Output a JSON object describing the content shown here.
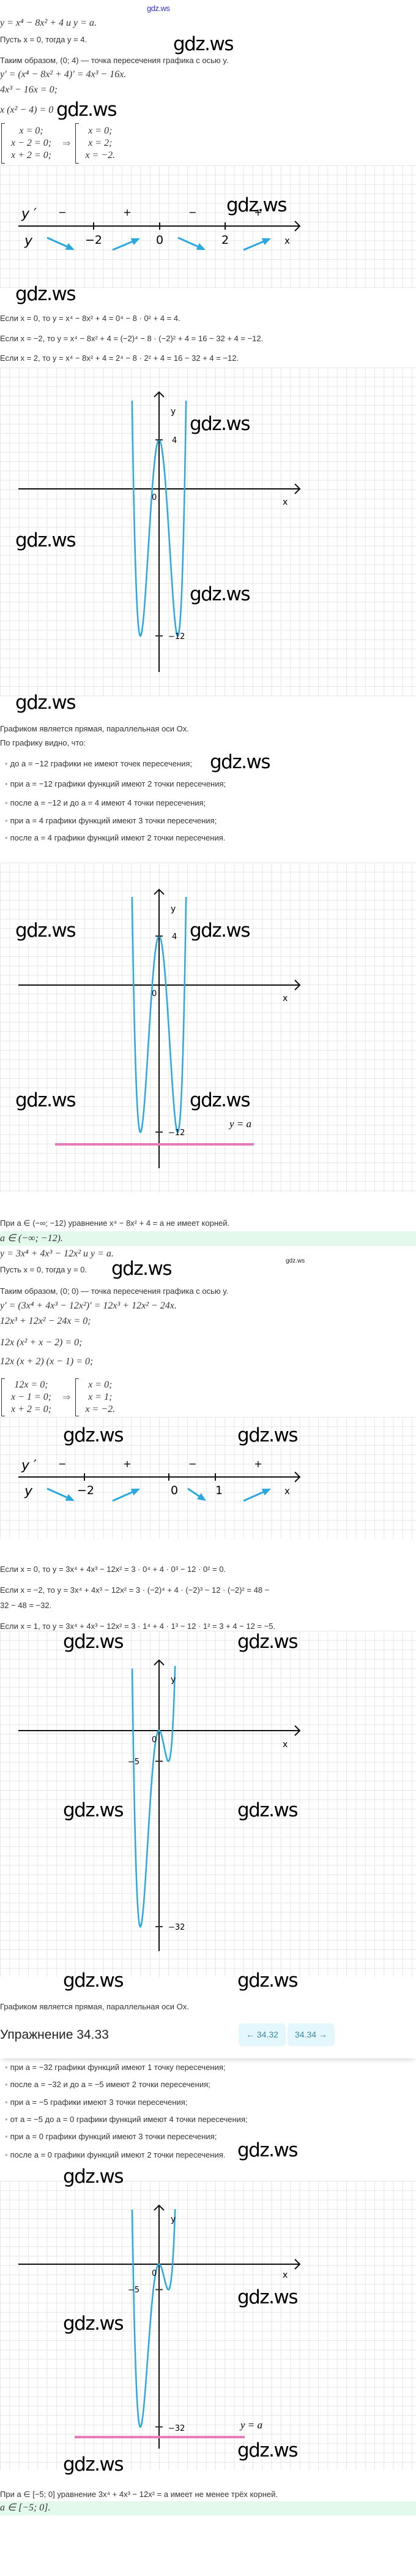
{
  "header": {
    "site_link": "gdz.ws"
  },
  "watermark": "gdz.ws",
  "part1": {
    "l1": "y = x⁴ − 8x² + 4 и y = a.",
    "l2": "Пусть x = 0, тогда y = 4.",
    "l3": "Таким образом, (0; 4) — точка пересечения графика с осью y.",
    "l4": "y′ = (x⁴ − 8x² + 4)′ = 4x³ − 16x.",
    "l5": "4x³ − 16x = 0;",
    "l6": "x (x² − 4) = 0",
    "sys_left": [
      "x = 0;",
      "x − 2 = 0;",
      "x + 2 = 0;"
    ],
    "implies": "⇒",
    "sys_right": [
      "x = 0;",
      "x = 2;",
      "x = −2."
    ],
    "numline": {
      "yprime": "y ′",
      "y": "y",
      "signs": [
        "−",
        "+",
        "−",
        "+"
      ],
      "ticks": [
        "−2",
        "0",
        "2"
      ],
      "xlabel": "x"
    },
    "calc": [
      "Если x = 0, то y = x⁴ − 8x² + 4 = 0⁴ − 8 · 0² + 4 = 4.",
      "Если x = −2, то y = x⁴ − 8x² + 4 = (−2)⁴ − 8 · (−2)² + 4 = 16 − 32 + 4 = −12.",
      "Если x = 2, то y = x⁴ − 8x² + 4 = 2⁴ − 8 · 2² + 4 = 16 − 32 + 4 = −12."
    ],
    "graph_note": "Графиком является прямая, параллельная оси Ox.",
    "intro": "По графику видно, что:",
    "bullets": [
      "до a = −12 графики не имеют точек пересечения;",
      "при a = −12 графики функций имеют 2 точки пересечения;",
      "после a = −12 и до a = 4 имеют 4 точки пересечения;",
      "при a = 4 графики функций имеют 3 точки пересечения;",
      "после a = 4 графики функций имеют 2 точки пересечения."
    ],
    "conclusion": "При a ∈ (−∞; −12) уравнение x⁴ − 8x² + 4 = a не имеет корней.",
    "answer": "a ∈ (−∞; −12)."
  },
  "part2": {
    "l1": "y = 3x⁴ + 4x³ − 12x² и y = a.",
    "l2": "Пусть x = 0, тогда y = 0.",
    "l3": "Таким образом, (0; 0) — точка пересечения графика с осью y.",
    "l4": "y′ = (3x⁴ + 4x³ − 12x²)′ = 12x³ + 12x² − 24x.",
    "l5": "12x³ + 12x² − 24x = 0;",
    "l6": "12x (x² + x − 2) = 0;",
    "l7": "12x (x + 2) (x − 1) = 0;",
    "sys_left": [
      "12x = 0;",
      "x − 1 = 0;",
      "x + 2 = 0;"
    ],
    "implies": "⇒",
    "sys_right": [
      "x = 0;",
      "x = 1;",
      "x = −2."
    ],
    "numline": {
      "yprime": "y ′",
      "y": "y",
      "signs": [
        "−",
        "+",
        "−",
        "+"
      ],
      "ticks": [
        "−2",
        "0",
        "1"
      ],
      "xlabel": "x"
    },
    "calc": [
      "Если x = 0, то y = 3x⁴ + 4x³ − 12x² = 3 · 0⁴ + 4 · 0³ − 12 · 0² = 0.",
      "Если x = −2, то y = 3x⁴ + 4x³ − 12x² = 3 · (−2)⁴ + 4 · (−2)³ − 12 · (−2)² = 48 −",
      "32 − 48 = −32.",
      "Если x = 1, то y = 3x⁴ + 4x³ − 12x² = 3 · 1⁴ + 4 · 1³ − 12 · 1² = 3 + 4 − 12 = −5."
    ],
    "graph_note": "Графиком является прямая, параллельная оси Ox.",
    "bullets": [
      "при a = −32 графики функций имеют 1 точку пересечения;",
      "после a = −32 и до a = −5 имеют 2 точки пересечения;",
      "при a = −5 графики имеют 3 точки пересечения;",
      "от a = −5 до a = 0 графики функций имеют 4 точки пересечения;",
      "при a = 0 графики функций имеют 3 точки пересечения;",
      "после a = 0 графики функций имеют 2 точки пересечения."
    ],
    "conclusion": "При a ∈ [−5; 0] уравнение 3x⁴ + 4x³ − 12x² = a имеет не менее трёх корней.",
    "answer": "a ∈ [−5; 0]."
  },
  "sticky": {
    "title": "Упражнение 34.33",
    "prev_icon": "arrow-left-icon",
    "prev": "← 34.32",
    "next": "34.34 →"
  },
  "charts": [
    {
      "type": "line",
      "function": "y = x⁴ − 8x² + 4",
      "coefficients": [
        1,
        0,
        -8,
        0,
        4
      ],
      "xlabel": "x",
      "ylabel": "y",
      "origin": "0",
      "y_ticks": [
        "4",
        "−12"
      ],
      "color": "#2aa8e0"
    },
    {
      "type": "line",
      "function": "y = x⁴ − 8x² + 4",
      "coefficients": [
        1,
        0,
        -8,
        0,
        4
      ],
      "xlabel": "x",
      "ylabel": "y",
      "origin": "0",
      "y_ticks": [
        "4",
        "−12"
      ],
      "color": "#2aa8e0",
      "hline_label": "y = a",
      "hline_value": -13,
      "hline_color": "#e879b8"
    },
    {
      "type": "line",
      "function": "y = 3x⁴ + 4x³ − 12x²",
      "coefficients": [
        3,
        4,
        -12,
        0,
        0
      ],
      "xlabel": "x",
      "ylabel": "y",
      "origin": "0",
      "y_ticks": [
        "−5",
        "−32"
      ],
      "color": "#2aa8e0"
    },
    {
      "type": "line",
      "function": "y = 3x⁴ + 4x³ − 12x²",
      "coefficients": [
        3,
        4,
        -12,
        0,
        0
      ],
      "xlabel": "x",
      "ylabel": "y",
      "origin": "0",
      "y_ticks": [
        "−5",
        "−32"
      ],
      "color": "#2aa8e0",
      "hline_label": "y = a",
      "hline_value": -34,
      "hline_color": "#e879b8"
    }
  ]
}
